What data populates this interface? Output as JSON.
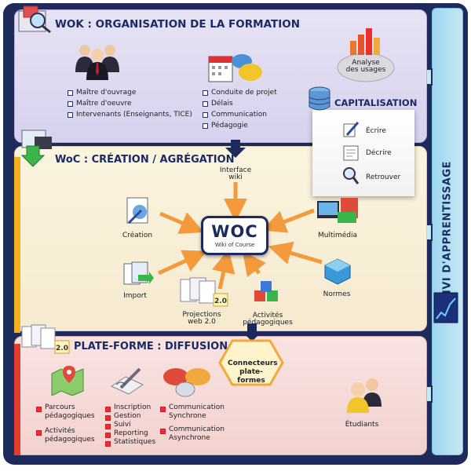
{
  "side_title": "SUIVI D'APPRENTISSAGE",
  "wok": {
    "title": "WOK : ORGANISATION DE LA FORMATION",
    "roles": [
      "Maître d'ouvrage",
      "Maître d'oeuvre",
      "Intervenants (Enseignants, TICE)"
    ],
    "tasks": [
      "Conduite de projet",
      "Délais",
      "Communication",
      "Pédagogie"
    ],
    "analyse_line1": "Analyse",
    "analyse_line2": "des usages"
  },
  "capitalisation": {
    "title": "CAPITALISATION",
    "items": [
      "Écrire",
      "Décrire",
      "Retrouver"
    ]
  },
  "woc": {
    "title": "WoC : CRÉATION / AGRÉGATION",
    "logo_big": "WOC",
    "logo_small": "Wiki of Course",
    "interface_line1": "Interface",
    "interface_line2": "wiki",
    "creation": "Création",
    "multimedia": "Multimédia",
    "import": "Import",
    "normes": "Normes",
    "projections_line1": "Projections",
    "projections_line2": "web 2.0",
    "activites_line1": "Activités",
    "activites_line2": "pédagogiques"
  },
  "plateforme": {
    "title": "PLATE-FORME : DIFFUSION",
    "connecteurs_line1": "Connecteurs",
    "connecteurs_line2": "plate-formes",
    "col1": [
      "Parcours pédagogiques",
      "Activités pédagogiques"
    ],
    "col2": [
      "Inscription",
      "Gestion",
      "Suivi",
      "Reporting",
      "Statistiques"
    ],
    "col3": [
      "Communication Synchrone",
      "Communication Asynchrone"
    ],
    "etudiants": "Étudiants"
  },
  "colors": {
    "frame": "#1f2a5c",
    "title": "#1a2a66",
    "arrow": "#f29a3c",
    "side_panel": "#aedff2"
  }
}
